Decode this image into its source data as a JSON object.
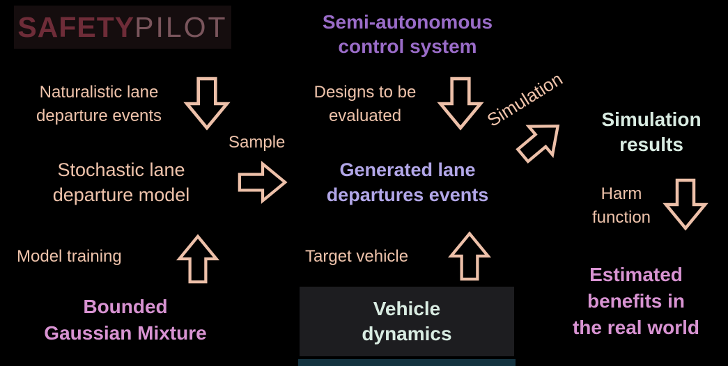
{
  "colors": {
    "background": "#000000",
    "logo_safety": "#6e2c38",
    "logo_pilot": "#7a555c",
    "title_purple": "#9a6cc8",
    "label_salmon": "#efc3ab",
    "generated_lavender": "#b2a7e8",
    "results_mint": "#d9ece2",
    "highlight_pink": "#d893d2",
    "arrow_outline": "#edc0a9",
    "vehicle_box_bg": "#1d1d20",
    "bottom_strip": "#143340"
  },
  "logo": {
    "safety": "SAFETY",
    "pilot": "PILOT"
  },
  "labels": {
    "control_system": "Semi-autonomous\ncontrol system",
    "naturalistic_events": "Naturalistic lane\ndeparture events",
    "designs_evaluated": "Designs to be\nevaluated",
    "simulation": "Simulation",
    "simulation_results": "Simulation\nresults",
    "sample": "Sample",
    "stochastic_model": "Stochastic lane\ndeparture model",
    "generated_events": "Generated lane\ndepartures events",
    "harm_function": "Harm\nfunction",
    "model_training": "Model training",
    "bounded_gaussian": "Bounded\nGaussian Mixture",
    "target_vehicle": "Target vehicle",
    "vehicle_dynamics": "Vehicle\ndynamics",
    "estimated_benefits": "Estimated\nbenefits in\nthe real world"
  },
  "icons": {
    "down_arrow": "hollow-block-arrow-down",
    "up_arrow": "hollow-block-arrow-up",
    "right_arrow": "hollow-block-arrow-right",
    "diagonal_arrow": "hollow-block-arrow-up-right"
  }
}
